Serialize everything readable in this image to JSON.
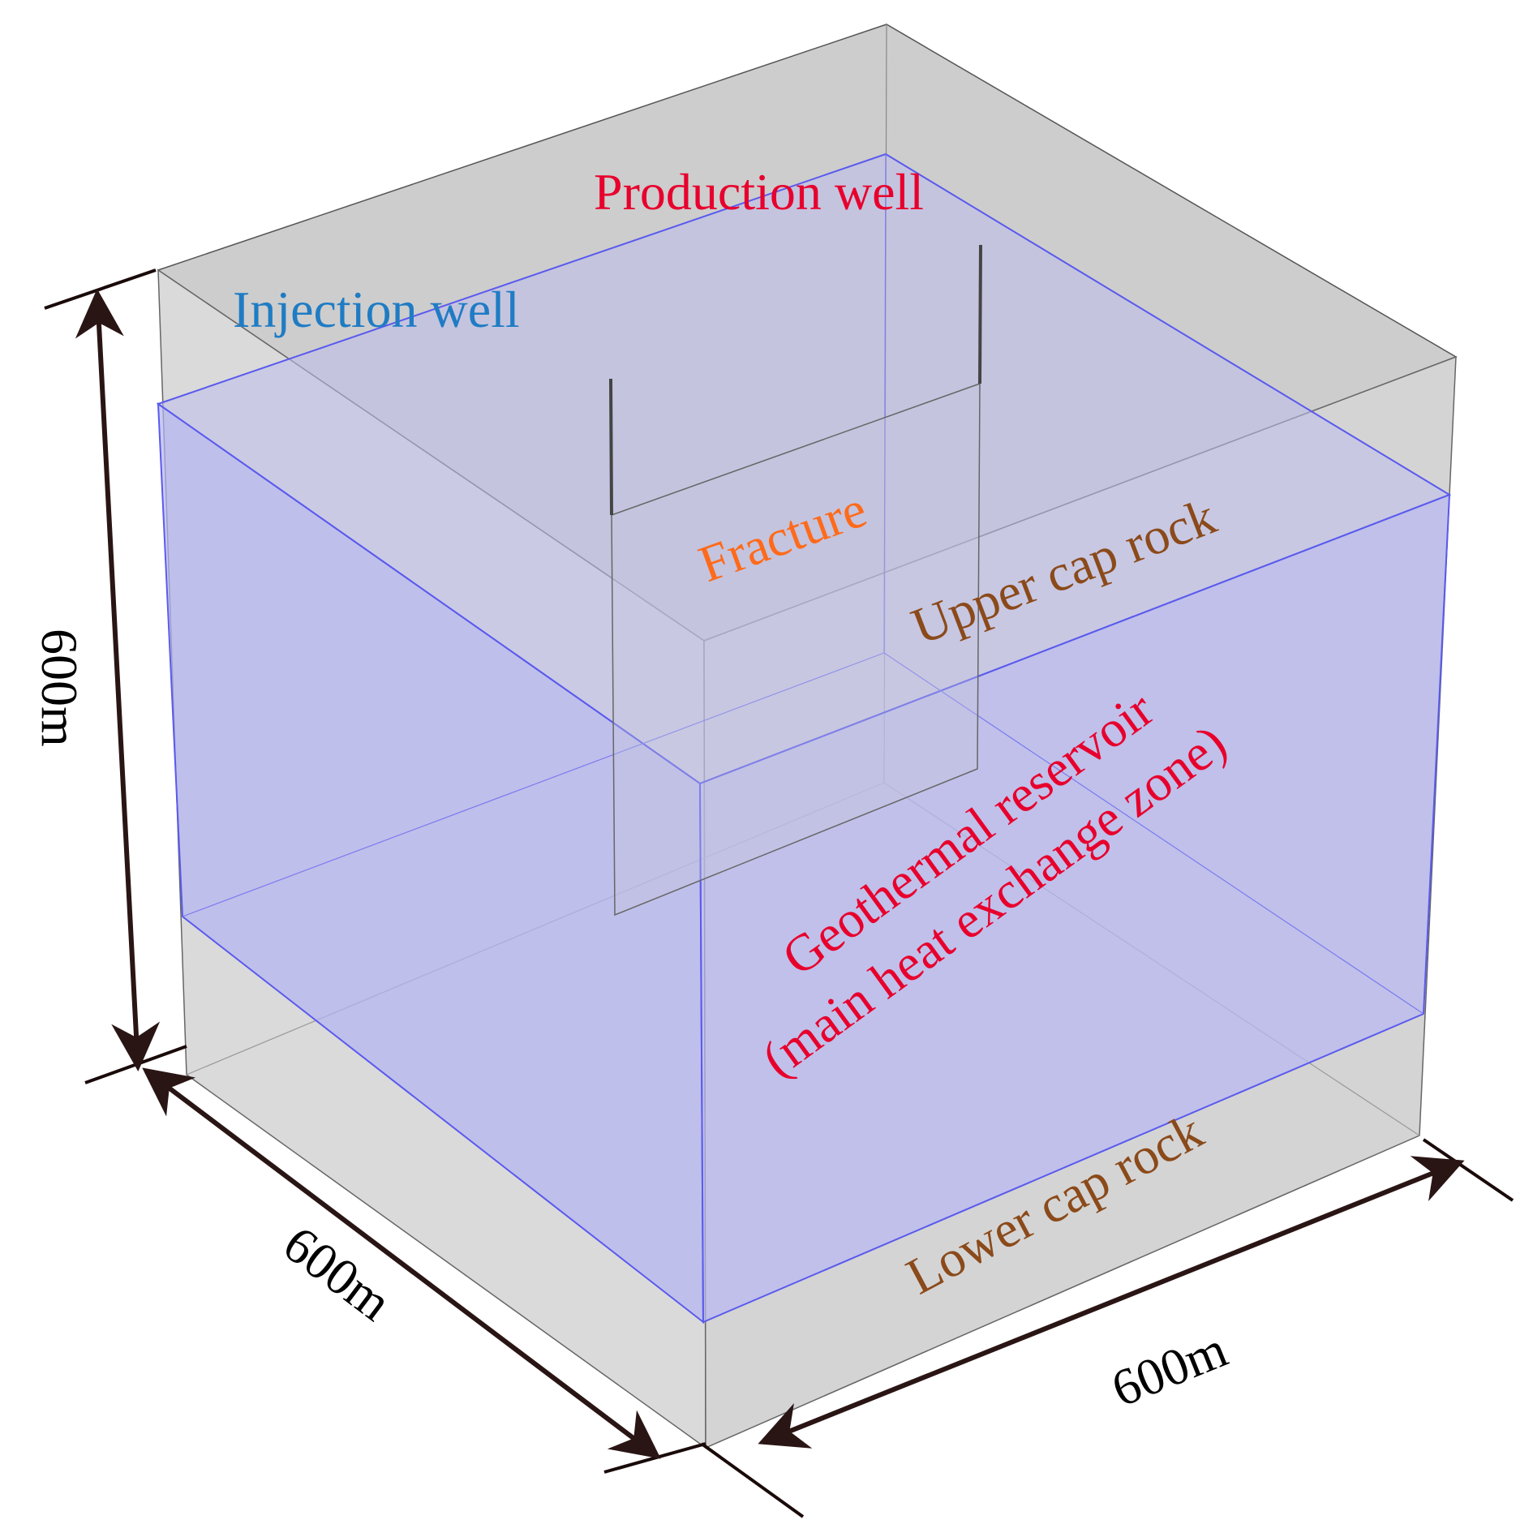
{
  "labels": {
    "production_well": "Production well",
    "injection_well": "Injection well",
    "fracture": "Fracture",
    "upper_cap_rock": "Upper cap rock",
    "reservoir_line1": "Geothermal reservoir",
    "reservoir_line2": "(main heat exchange zone)",
    "lower_cap_rock": "Lower cap rock"
  },
  "dimensions": {
    "height": "600m",
    "depth": "600m",
    "width": "600m"
  },
  "colors": {
    "production_well": "#e8002d",
    "injection_well": "#1f7cc4",
    "fracture": "#ff6a1a",
    "cap_rock": "#8b4a1a",
    "reservoir": "#e8002d",
    "dimension": "#000000",
    "arrow": "#2a1515",
    "rock_fill": "#d8d8d8",
    "reservoir_fill": "#c2c2f2",
    "reservoir_edge": "#5a5aee"
  }
}
